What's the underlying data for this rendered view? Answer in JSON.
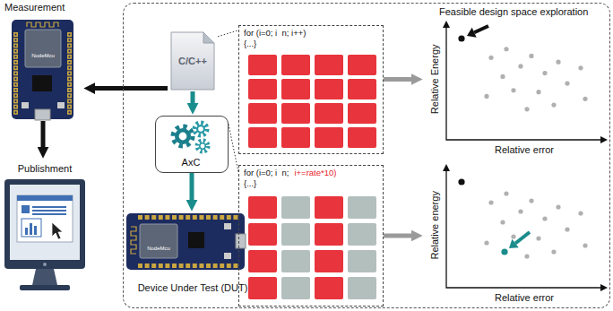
{
  "diagram": {
    "nodes": [
      {
        "text": [
          "Measurement",
          "NodeMcu"
        ]
      },
      {
        "text": [
          "Publishment"
        ]
      },
      {
        "text": [
          "Feasible design space exploration"
        ]
      },
      {
        "text": [
          "C/C++"
        ],
        "in": 2
      },
      {
        "text": [
          "AxC"
        ],
        "in": 2
      },
      {
        "text": [
          "NodeMcu",
          "Device Under Test (DUT)"
        ],
        "in": 2
      },
      {
        "text": [
          "for (i=0; i  n; i++)",
          "{...}"
        ],
        "in": 2
      },
      {
        "text": [
          "for (i=0; i  n;",
          "i+=rate*10)",
          "{...}"
        ],
        "in": 2
      },
      {
        "text": [
          "Relative Energy",
          "Relative error"
        ],
        "in": 2
      },
      {
        "text": [
          "Relative energy",
          "Relative error"
        ],
        "in": 2
      }
    ],
    "edges": [
      {
        "from": 3,
        "to": 0,
        "arrow": "to"
      },
      {
        "from": 0,
        "to": 1,
        "arrow": "to"
      },
      {
        "from": 3,
        "to": 4,
        "arrow": "to"
      },
      {
        "from": 4,
        "to": 5,
        "arrow": "to"
      },
      {
        "from": 3,
        "to": 6,
        "arrow": "none"
      },
      {
        "from": 4,
        "to": 7,
        "arrow": "none"
      },
      {
        "from": 6,
        "to": 8,
        "arrow": "to"
      },
      {
        "from": 7,
        "to": 9,
        "arrow": "to"
      }
    ]
  }
}
